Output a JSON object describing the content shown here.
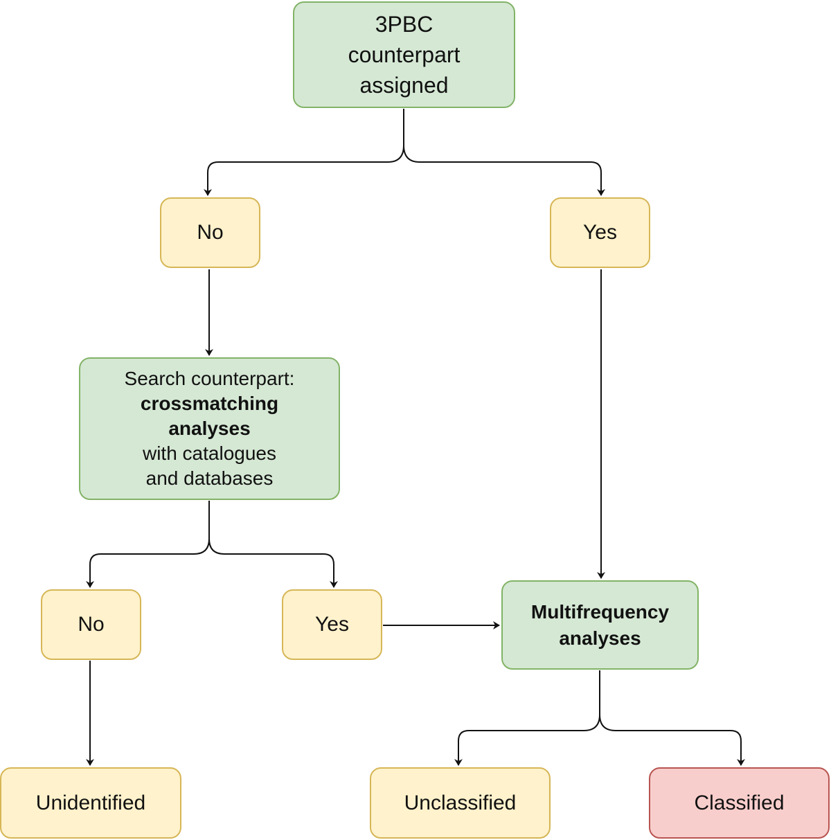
{
  "nodes": {
    "start": {
      "lines": [
        "3PBC",
        "counterpart",
        "assigned"
      ]
    },
    "no1": {
      "label": "No"
    },
    "yes1": {
      "label": "Yes"
    },
    "search": {
      "line1": "Search counterpart:",
      "bold1": "crossmatching",
      "bold2": "analyses",
      "line2": "with catalogues",
      "line3": "and databases"
    },
    "no2": {
      "label": "No"
    },
    "yes2": {
      "label": "Yes"
    },
    "multi": {
      "bold1": "Multifrequency",
      "bold2": "analyses"
    },
    "unidentified": {
      "label": "Unidentified"
    },
    "unclassified": {
      "label": "Unclassified"
    },
    "classified": {
      "label": "Classified"
    }
  },
  "colors": {
    "green_fill": "#d5e8d4",
    "green_stroke": "#82b366",
    "yellow_fill": "#fff2cc",
    "yellow_stroke": "#d6b656",
    "red_fill": "#f8cecc",
    "red_stroke": "#b85450",
    "edge": "#111111"
  }
}
